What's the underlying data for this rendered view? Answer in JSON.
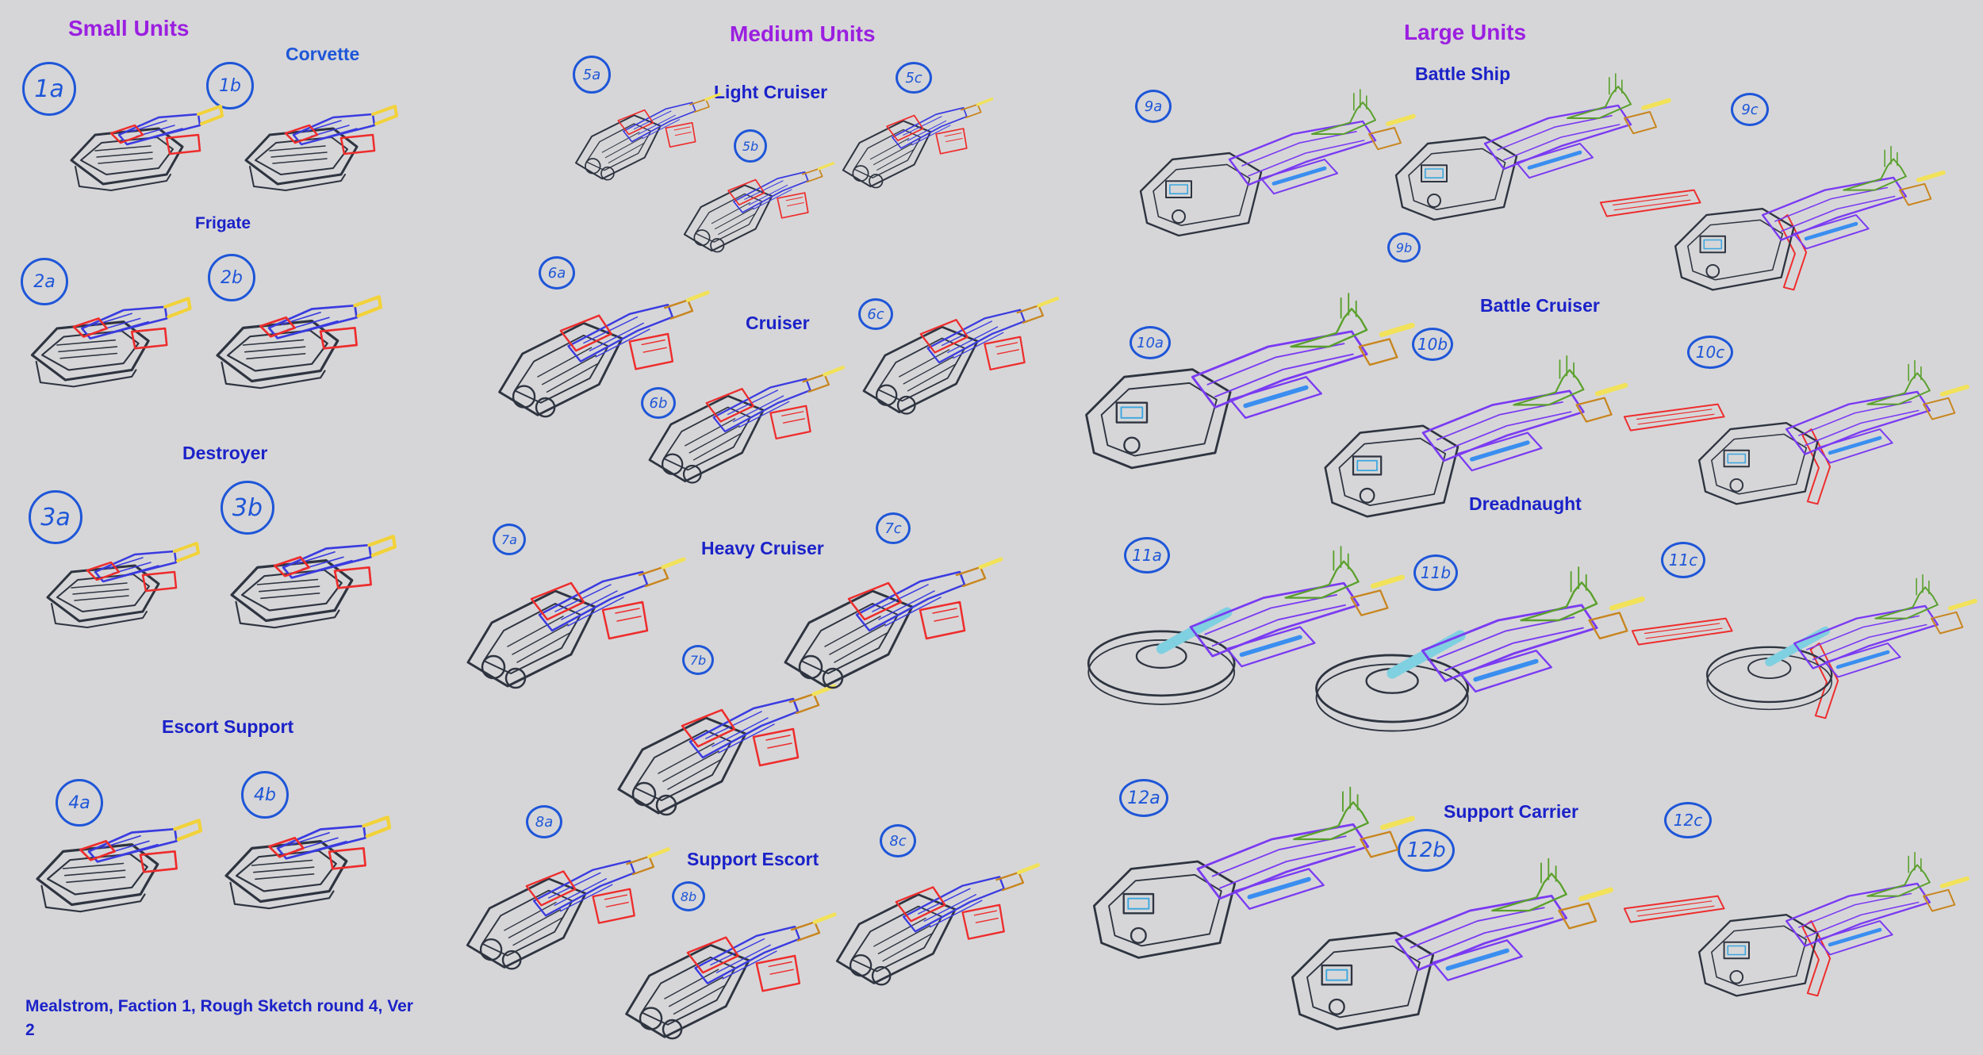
{
  "colors": {
    "background": "#d6d6d8",
    "section_title": "#9b1fe0",
    "category": "#1b22c8",
    "label": "#1e56d8",
    "sketch_dark": "#2e3440",
    "sketch_blue": "#3a3be0",
    "sketch_purple": "#7a3af2",
    "sketch_red": "#ee2c2c",
    "sketch_green": "#5aa02c",
    "sketch_gold": "#c8851e",
    "engine_glow": "#f2e25a"
  },
  "sections": {
    "small": "Small Units",
    "medium": "Medium Units",
    "large": "Large Units"
  },
  "categories": {
    "corvette": "Corvette",
    "frigate": "Frigate",
    "destroyer": "Destroyer",
    "escort_support": "Escort Support",
    "light_cruiser": "Light Cruiser",
    "cruiser": "Cruiser",
    "heavy_cruiser": "Heavy Cruiser",
    "support_escort": "Support Escort",
    "battle_ship": "Battle Ship",
    "battle_cruiser": "Battle Cruiser",
    "dreadnaught": "Dreadnaught",
    "support_carrier": "Support Carrier"
  },
  "variant_labels": {
    "v1a": "1a",
    "v1b": "1b",
    "v2a": "2a",
    "v2b": "2b",
    "v3a": "3a",
    "v3b": "3b",
    "v4a": "4a",
    "v4b": "4b",
    "v5a": "5a",
    "v5b": "5b",
    "v5c": "5c",
    "v6a": "6a",
    "v6b": "6b",
    "v6c": "6c",
    "v7a": "7a",
    "v7b": "7b",
    "v7c": "7c",
    "v8a": "8a",
    "v8b": "8b",
    "v8c": "8c",
    "v9a": "9a",
    "v9b": "9b",
    "v9c": "9c",
    "v10a": "10a",
    "v10b": "10b",
    "v10c": "10c",
    "v11a": "11a",
    "v11b": "11b",
    "v11c": "11c",
    "v12a": "12a",
    "v12b": "12b",
    "v12c": "12c"
  },
  "caption": "Mealstrom, Faction 1, Rough Sketch round 4, Ver 2"
}
